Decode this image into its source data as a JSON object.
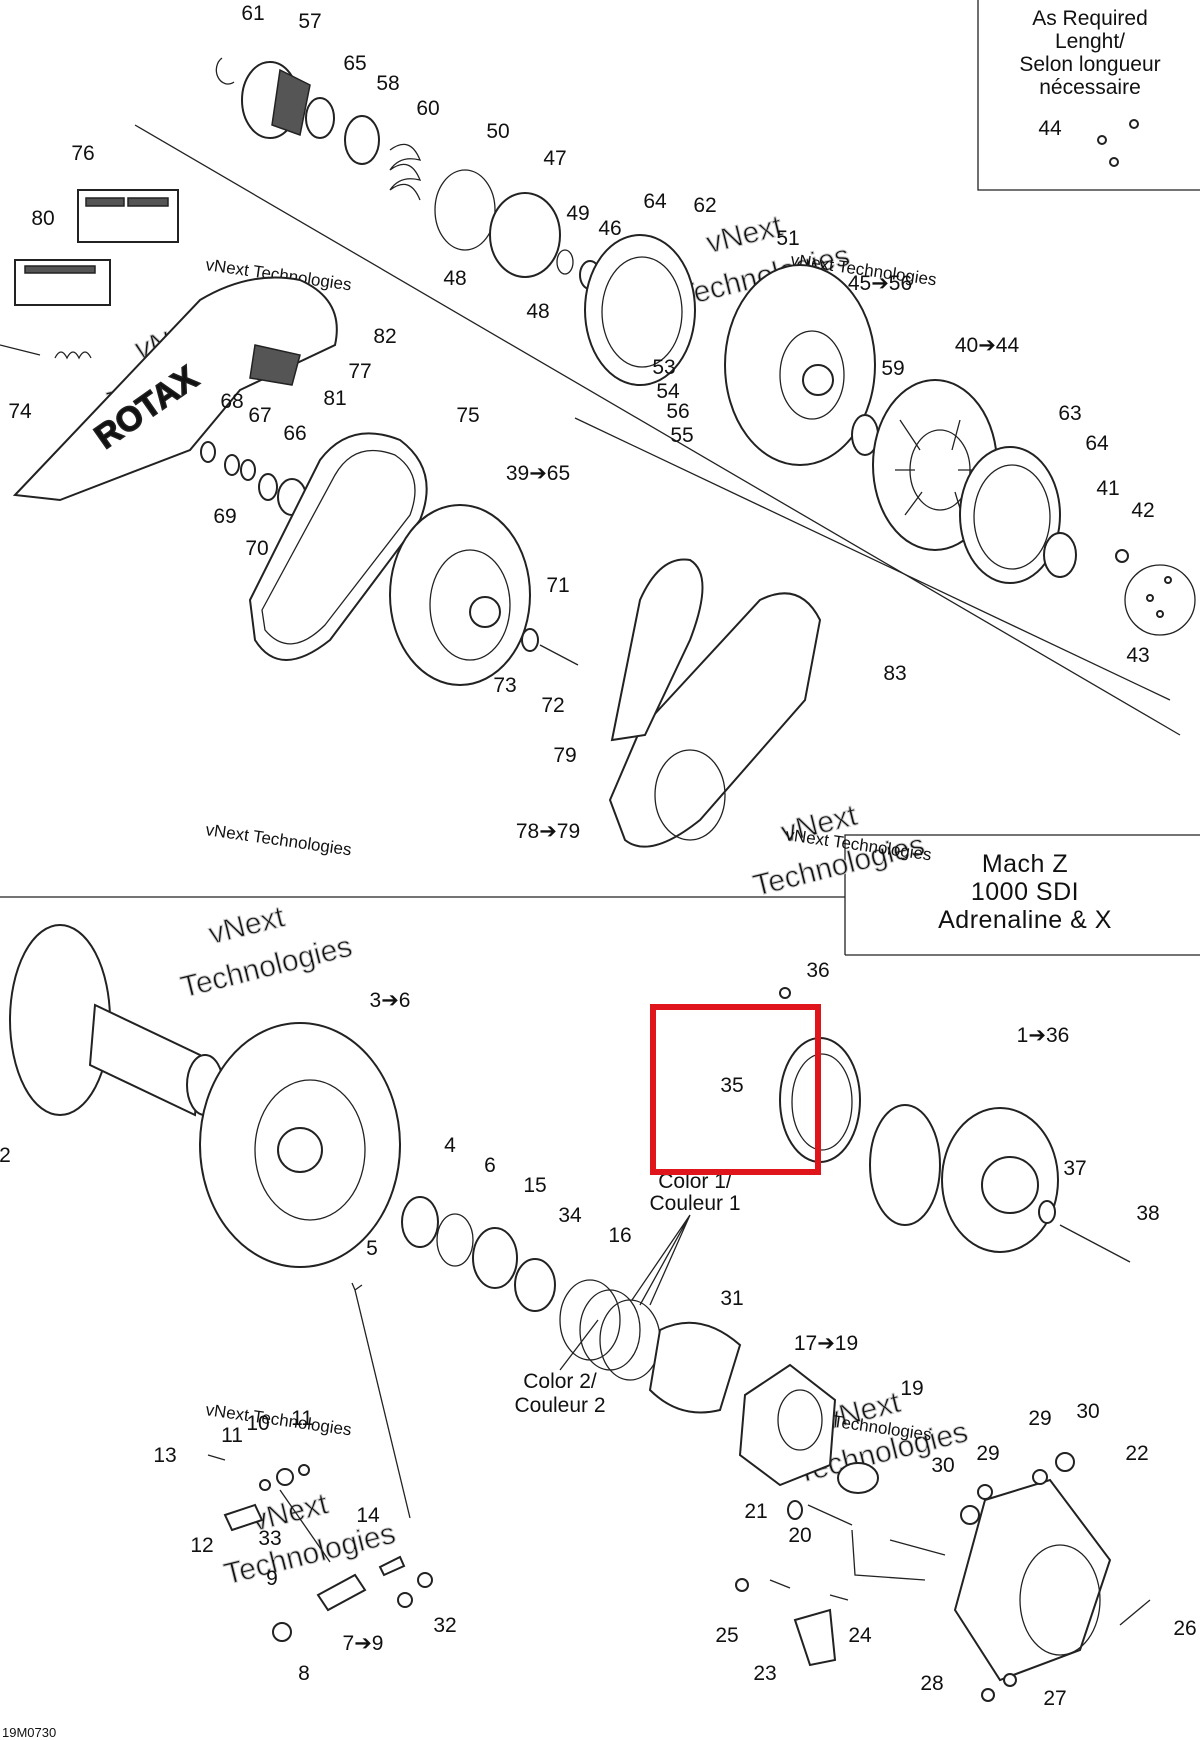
{
  "box_required": {
    "line1": "As Required",
    "line2": "Lenght/",
    "line3": "Selon longueur",
    "line4": "nécessaire"
  },
  "model_box": {
    "line1": "Mach Z",
    "line2": "1000 SDI",
    "line3": "Adrenaline & X"
  },
  "color_notes": {
    "color1_a": "Color 1/",
    "color1_b": "Couleur 1",
    "color2_a": "Color 2/",
    "color2_b": "Couleur 2"
  },
  "figure_code": "19M0730",
  "watermark": {
    "line1": "vNext",
    "line2": "Technologies",
    "small": "vNext Technologies"
  },
  "highlight_color": "#e0141b",
  "callouts": [
    {
      "id": "c61",
      "text": "61"
    },
    {
      "id": "c57",
      "text": "57"
    },
    {
      "id": "c65a",
      "text": "65"
    },
    {
      "id": "c58",
      "text": "58"
    },
    {
      "id": "c60",
      "text": "60"
    },
    {
      "id": "c50",
      "text": "50"
    },
    {
      "id": "c47",
      "text": "47"
    },
    {
      "id": "c76",
      "text": "76"
    },
    {
      "id": "c80",
      "text": "80"
    },
    {
      "id": "c49",
      "text": "49"
    },
    {
      "id": "c46",
      "text": "46"
    },
    {
      "id": "c64a",
      "text": "64"
    },
    {
      "id": "c62",
      "text": "62"
    },
    {
      "id": "c51",
      "text": "51"
    },
    {
      "id": "c45_56",
      "text": "45➔56"
    },
    {
      "id": "c48a",
      "text": "48"
    },
    {
      "id": "c48b",
      "text": "48"
    },
    {
      "id": "c82",
      "text": "82"
    },
    {
      "id": "c77",
      "text": "77"
    },
    {
      "id": "c81",
      "text": "81"
    },
    {
      "id": "c74",
      "text": "74"
    },
    {
      "id": "c68",
      "text": "68"
    },
    {
      "id": "c67",
      "text": "67"
    },
    {
      "id": "c66",
      "text": "66"
    },
    {
      "id": "c69",
      "text": "69"
    },
    {
      "id": "c70",
      "text": "70"
    },
    {
      "id": "c75",
      "text": "75"
    },
    {
      "id": "c39_65",
      "text": "39➔65"
    },
    {
      "id": "c53",
      "text": "53"
    },
    {
      "id": "c54",
      "text": "54"
    },
    {
      "id": "c56",
      "text": "56"
    },
    {
      "id": "c55",
      "text": "55"
    },
    {
      "id": "c59",
      "text": "59"
    },
    {
      "id": "c40_44",
      "text": "40➔44"
    },
    {
      "id": "c63",
      "text": "63"
    },
    {
      "id": "c64b",
      "text": "64"
    },
    {
      "id": "c41",
      "text": "41"
    },
    {
      "id": "c42",
      "text": "42"
    },
    {
      "id": "c43",
      "text": "43"
    },
    {
      "id": "c44",
      "text": "44"
    },
    {
      "id": "c71",
      "text": "71"
    },
    {
      "id": "c73",
      "text": "73"
    },
    {
      "id": "c72",
      "text": "72"
    },
    {
      "id": "c83",
      "text": "83"
    },
    {
      "id": "c79",
      "text": "79"
    },
    {
      "id": "c78_79",
      "text": "78➔79"
    },
    {
      "id": "c36",
      "text": "36"
    },
    {
      "id": "c3_6",
      "text": "3➔6"
    },
    {
      "id": "c1_36",
      "text": "1➔36"
    },
    {
      "id": "c35",
      "text": "35"
    },
    {
      "id": "c2",
      "text": "2"
    },
    {
      "id": "c4",
      "text": "4"
    },
    {
      "id": "c6",
      "text": "6"
    },
    {
      "id": "c15",
      "text": "15"
    },
    {
      "id": "c37",
      "text": "37"
    },
    {
      "id": "c38",
      "text": "38"
    },
    {
      "id": "c5",
      "text": "5"
    },
    {
      "id": "c34",
      "text": "34"
    },
    {
      "id": "c16",
      "text": "16"
    },
    {
      "id": "c31",
      "text": "31"
    },
    {
      "id": "c17_19",
      "text": "17➔19"
    },
    {
      "id": "c19",
      "text": "19"
    },
    {
      "id": "c10",
      "text": "10"
    },
    {
      "id": "c11a",
      "text": "11"
    },
    {
      "id": "c11b",
      "text": "11"
    },
    {
      "id": "c13",
      "text": "13"
    },
    {
      "id": "c29a",
      "text": "29"
    },
    {
      "id": "c30a",
      "text": "30"
    },
    {
      "id": "c29b",
      "text": "29"
    },
    {
      "id": "c22",
      "text": "22"
    },
    {
      "id": "c30b",
      "text": "30"
    },
    {
      "id": "c12",
      "text": "12"
    },
    {
      "id": "c14",
      "text": "14"
    },
    {
      "id": "c21",
      "text": "21"
    },
    {
      "id": "c20",
      "text": "20"
    },
    {
      "id": "c33",
      "text": "33"
    },
    {
      "id": "c9",
      "text": "9"
    },
    {
      "id": "c32",
      "text": "32"
    },
    {
      "id": "c7_9",
      "text": "7➔9"
    },
    {
      "id": "c25",
      "text": "25"
    },
    {
      "id": "c24",
      "text": "24"
    },
    {
      "id": "c26",
      "text": "26"
    },
    {
      "id": "c8",
      "text": "8"
    },
    {
      "id": "c23",
      "text": "23"
    },
    {
      "id": "c28",
      "text": "28"
    },
    {
      "id": "c27",
      "text": "27"
    }
  ]
}
